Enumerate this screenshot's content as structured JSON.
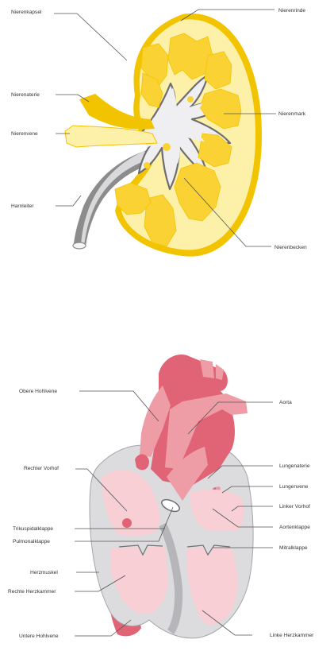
{
  "kidney": {
    "labels": {
      "nierenkapsel": "Nierenkapsel",
      "nierenrinde": "Nierenrinde",
      "nierenaterie": "Nierenaterie",
      "nierenvene": "Nierenvene",
      "nierenmark": "Nierenmark",
      "harnleiter": "Harnleiter",
      "nierenbecken": "Nierenbecken"
    }
  },
  "heart": {
    "labels": {
      "obere_hohlvene": "Obere Hohlvene",
      "aorta": "Aorta",
      "rechter_vorhof": "Rechter Vorhof",
      "lungenaterie": "Lungenaterie",
      "lungenvene": "Lungenvene",
      "linker_vorhof": "Linker Vorhof",
      "trikuspidalklappe": "Trikuspidalklappe",
      "pulmonalklappe": "Pulmonalklappe",
      "aortenklappe": "Aortenklappe",
      "mitralklappe": "Mitralklappe",
      "herzmuskel": "Herzmuskel",
      "rechte_herzkammer": "Rechte Herzkammer",
      "untere_hohlvene": "Untere Hohlvene",
      "linke_herzkammer": "Linke Herzkammer"
    }
  },
  "colors": {
    "kidney_capsule": "#f2c400",
    "kidney_cortex": "#fdf0a8",
    "kidney_medulla": "#fad233",
    "kidney_pelvis": "#efeff2",
    "kidney_ureter": "#8c8c8c",
    "heart_dark": "#e06476",
    "heart_mid": "#ee9da7",
    "heart_light": "#f7cfd4",
    "heart_wall": "#dcdcde"
  }
}
